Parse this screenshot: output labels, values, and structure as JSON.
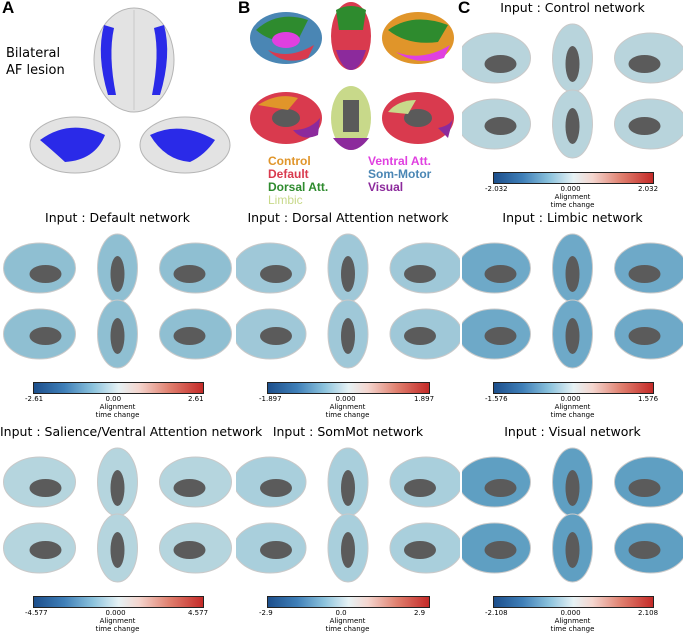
{
  "panels": {
    "a": "A",
    "b": "B",
    "c": "C"
  },
  "lesion": {
    "line1": "Bilateral",
    "line2": "AF lesion"
  },
  "legend": {
    "control": "Control",
    "default": "Default",
    "dorsal": "Dorsal Att.",
    "limbic": "Limbic",
    "ventral": "Ventral Att.",
    "sommotor": "Som-Motor",
    "visual": "Visual"
  },
  "colors": {
    "control": "#e0952a",
    "default": "#d93a4e",
    "dorsal": "#2e8b2e",
    "limbic": "#c8d98a",
    "ventral": "#e040e0",
    "sommotor": "#4a86b4",
    "visual": "#8c2a9c",
    "lesion": "#2a2ae8"
  },
  "icons": [
    "brain-surface-icon",
    "af-tract-icon"
  ],
  "cbar_label": "Alignment time change",
  "networks": [
    {
      "title": "Input :  Control network",
      "min": "-2.032",
      "mid": "0.000",
      "max": "2.032"
    },
    {
      "title": "Input :  Default network",
      "min": "-2.61",
      "mid": "0.00",
      "max": "2.61"
    },
    {
      "title": "Input :  Dorsal Attention network",
      "min": "-1.897",
      "mid": "0.000",
      "max": "1.897"
    },
    {
      "title": "Input :  Limbic network",
      "min": "-1.576",
      "mid": "0.000",
      "max": "1.576"
    },
    {
      "title": "Input :  Salience/Ventral Attention network",
      "min": "-4.577",
      "mid": "0.000",
      "max": "4.577"
    },
    {
      "title": "Input :  SomMot network",
      "min": "-2.9",
      "mid": "0.0",
      "max": "2.9"
    },
    {
      "title": "Input :  Visual network",
      "min": "-2.108",
      "mid": "0.000",
      "max": "2.108"
    }
  ]
}
